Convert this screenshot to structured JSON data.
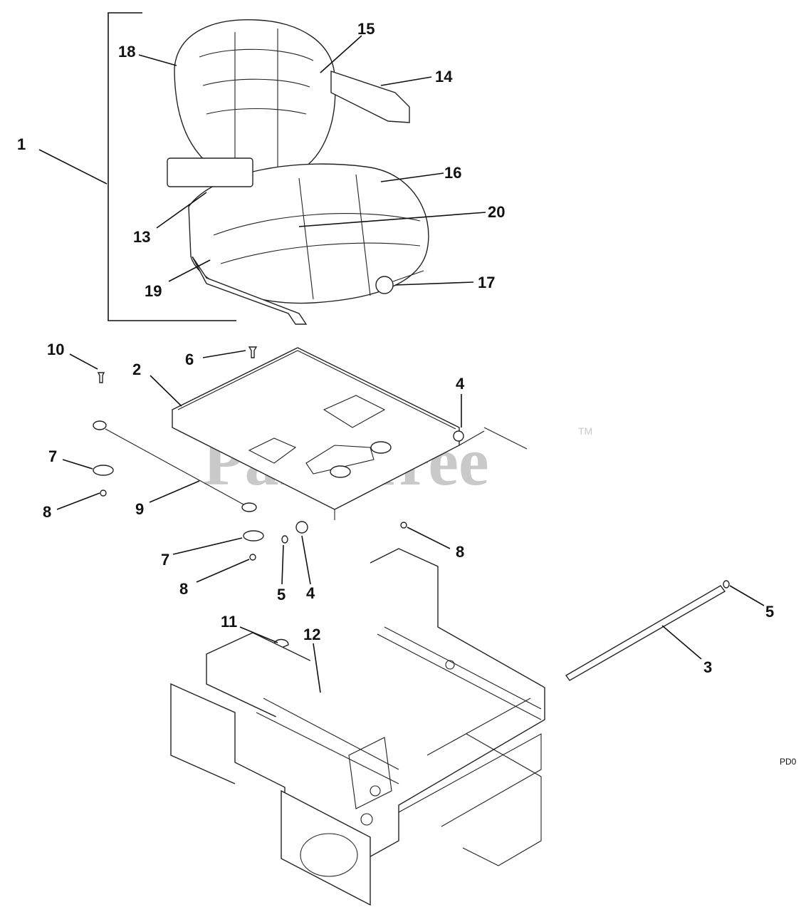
{
  "diagram": {
    "watermark": "PartsTree",
    "trademark": "TM",
    "drawing_code": "PD0",
    "callouts": [
      "1",
      "2",
      "3",
      "4",
      "4",
      "5",
      "5",
      "6",
      "7",
      "7",
      "8",
      "8",
      "8",
      "9",
      "10",
      "11",
      "12",
      "13",
      "14",
      "15",
      "16",
      "17",
      "18",
      "19",
      "20"
    ]
  }
}
